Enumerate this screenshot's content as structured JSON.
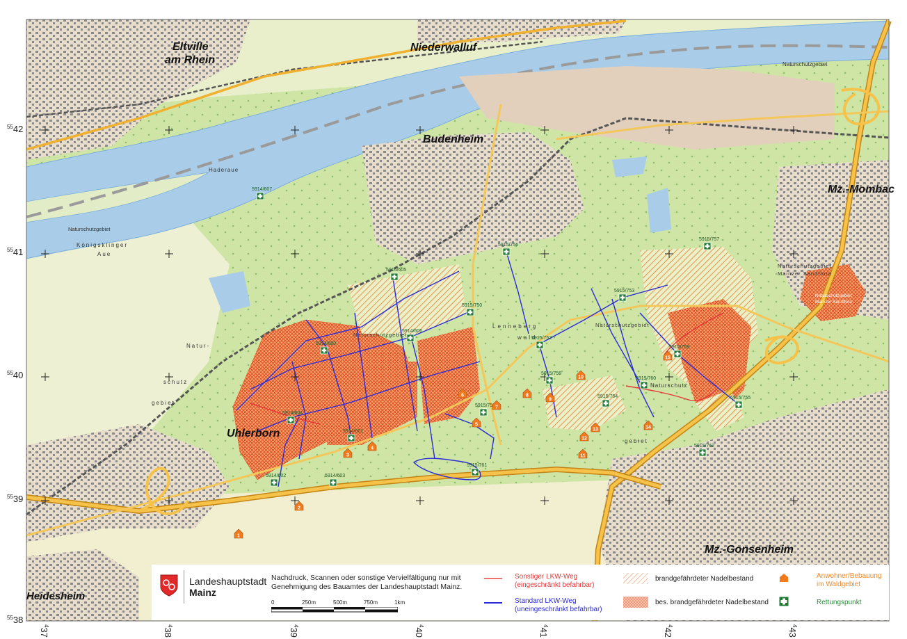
{
  "places": {
    "eltville": [
      "Eltville",
      "am Rhein"
    ],
    "niederwalluf": "Niederwalluf",
    "budenheim": "Budenheim",
    "mombach": "Mz.-Mombac",
    "uhlerborn": "Uhlerborn",
    "gonsenheim": "Mz.-Gonsenheim",
    "heidesheim": "Heidesheim"
  },
  "minor_labels": {
    "naturschutzgebiet_ne": "Naturschutzgebiet",
    "naturschutzgebiet_w": "Naturschutzgebiet",
    "naturschutzgebiet_forest": "Naturschutzgebiet",
    "naturschutzgebiet_center": "Naturschutzgebiet",
    "koenigsklinger": "Königsklinger",
    "aue": "Aue",
    "haderaue": "Haderaue",
    "lenneberg": "Lenneberg",
    "wald": "wald",
    "natur": "Natur-",
    "schutz": "schutz",
    "gebiet": "gebiet",
    "naturschutz_e": "Naturschutz",
    "gebiet_e": "gebiet",
    "mainzer_sandflora": [
      "Naturschutzgebiet",
      "Mainzer Sandflora"
    ],
    "mainzer_sandflora_red": [
      "Naturschutzgebiet",
      "Mainzer Sandflora"
    ]
  },
  "grid": {
    "top_labels": [
      "42",
      "41",
      "40",
      "39",
      "38"
    ],
    "top_prefix": "55",
    "bottom_labels": [
      "37",
      "38",
      "39",
      "40",
      "41",
      "42",
      "43"
    ],
    "bottom_prefix": "4"
  },
  "rescue_points": [
    "5914/607",
    "5914/605",
    "5915/750",
    "5914/606",
    "5914/600",
    "5914/604",
    "5914/601",
    "5914/602",
    "5914/603",
    "5915/761",
    "5915/758",
    "5915/756",
    "5915/752",
    "5915/753",
    "5915/754",
    "5915/757",
    "5915/751",
    "5915/759",
    "5915/760",
    "5915/755",
    "5915/762"
  ],
  "residential_markers": [
    "1",
    "2",
    "3",
    "4",
    "5",
    "6",
    "7",
    "8",
    "9",
    "10",
    "11",
    "12",
    "13",
    "14",
    "15"
  ],
  "legend": {
    "org_name": "Landeshauptstadt",
    "org_city": "Mainz",
    "note": "Nachdruck, Scannen oder sonstige Vervielfältigung nur mit Genehmigung des Bauamtes der Landeshauptstadt Mainz.",
    "scale_labels": [
      "0",
      "250m",
      "500m",
      "750m",
      "1km"
    ],
    "red_line": [
      "Sonstiger LKW-Weg",
      "(eingeschränkt befahrbar)"
    ],
    "blue_line": [
      "Standard LKW-Weg",
      "(uneingeschränkt befahrbar)"
    ],
    "hatch_light": "brandgefährdeter Nadelbestand",
    "hatch_dense": "bes. brandgefährdeter Nadelbestand",
    "house": [
      "Anwohner/Bebauung",
      "im Waldgebiet"
    ],
    "rescue": "Rettungspunkt"
  },
  "colors": {
    "water": "#a9cde8",
    "forest": "#cfe5a6",
    "meadow": "#e9efcc",
    "urban": "#e6d4c2",
    "building": "#7c7c7c",
    "highway": "#f3b22a",
    "hatch": "#e85a2a",
    "truck_std": "#2a2ad8",
    "truck_other": "#e63535",
    "rescue": "#1e7a33",
    "house": "#f07a1e"
  }
}
